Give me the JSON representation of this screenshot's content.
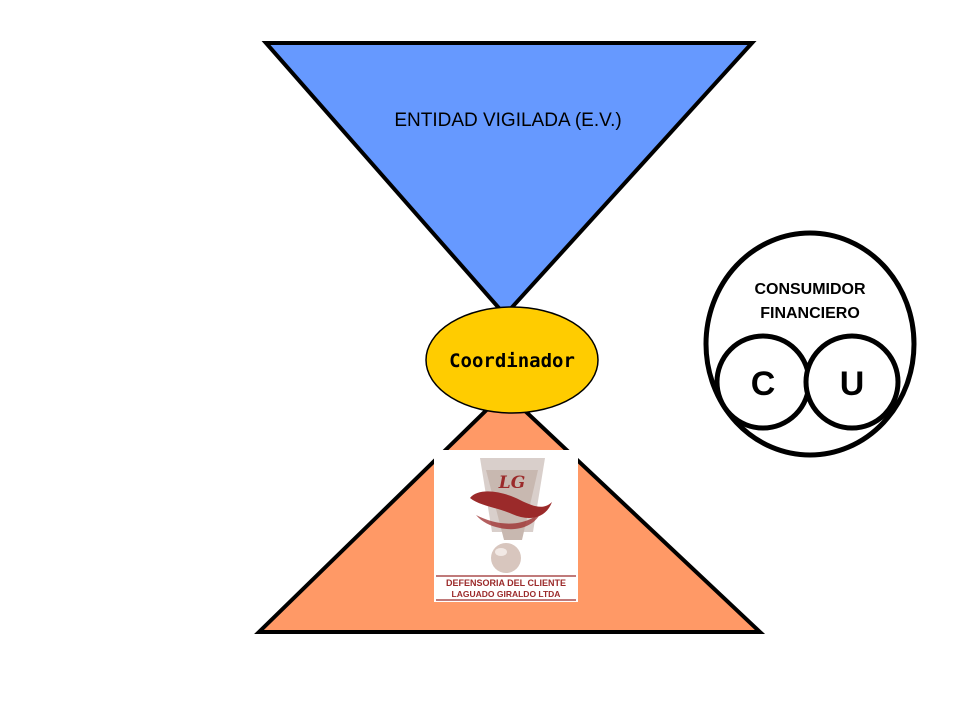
{
  "diagram": {
    "top_shape": {
      "label": "ENTIDAD VIGILADA (E.V.)",
      "fill": "#6699FF"
    },
    "bottom_shape": {
      "fill": "#FF9966"
    },
    "center_node": {
      "label": "Coordinador",
      "fill": "#FFCC00"
    },
    "consumer_group": {
      "line1": "CONSUMIDOR",
      "line2": "FINANCIERO",
      "left_circle": "C",
      "right_circle": "U"
    },
    "logo": {
      "initials": "LG",
      "line1": "DEFENSORIA DEL CLIENTE",
      "line2": "LAGUADO GIRALDO  LTDA",
      "color": "#9B2A2A"
    }
  }
}
